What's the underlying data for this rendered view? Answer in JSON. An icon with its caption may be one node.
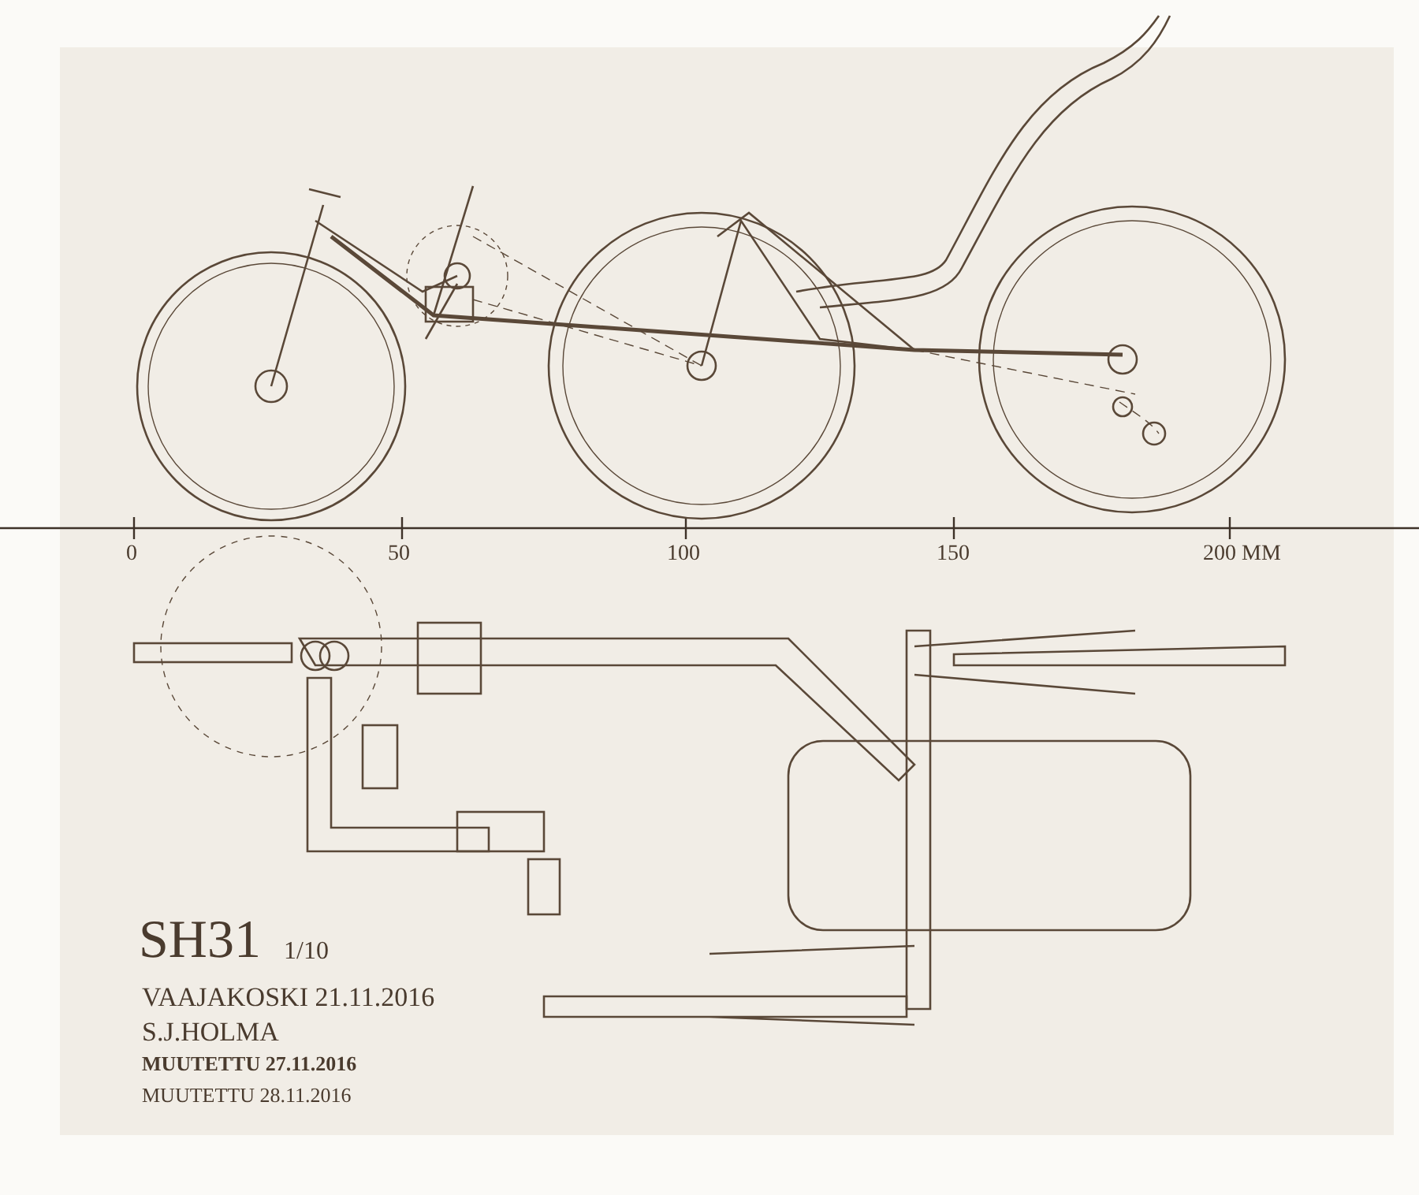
{
  "diagram": {
    "labels": [
      "0",
      "50",
      "100",
      "150",
      "200 MM",
      "SH31",
      "1/10",
      "VAAJAKOSKI 21.11.2016",
      "S.J.HOLMA",
      "MUUTETTU 27.11.2016",
      "MUUTETTU 28.11.2016"
    ]
  }
}
